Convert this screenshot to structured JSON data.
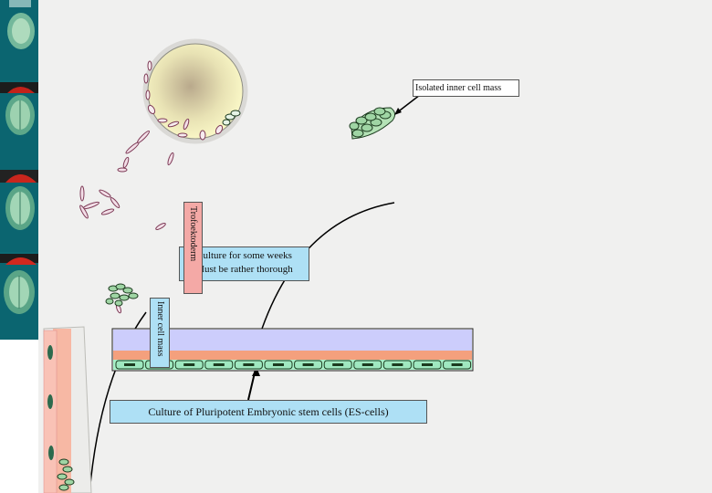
{
  "labels": {
    "isolated_icm": "Isolated inner cell mass",
    "culture_weeks_line1": "Culture for some weeks",
    "culture_weeks_line2": "Must be rather thorough",
    "trophectoderm": "Trofoektoderm",
    "inner_cell_mass": "Inner cell mass",
    "es_cells": "Culture of  Pluripotent Embryonic stem cells (ES-cells)"
  },
  "colors": {
    "slide_bg": "#f0f0ef",
    "filmstrip": "#0c6a74",
    "label_blue": "#aee0f5",
    "troph_pink": "#f4a9a6",
    "dish_lavender": "#cccdfc",
    "dish_salmon": "#f4a07d",
    "feeder_green": "#a8f0c8",
    "cell_green": "#9fd5a4",
    "cell_outline": "#1c3b1f",
    "embryo_center": "#b9a98c",
    "embryo_edge": "#fbf9c8",
    "trophoblast_pink": "#c46a8a"
  },
  "icons": {
    "filmstrip": "embryo-frames",
    "blastocyst": "blastocyst-drawing",
    "arrow": "arrow-pointer"
  }
}
